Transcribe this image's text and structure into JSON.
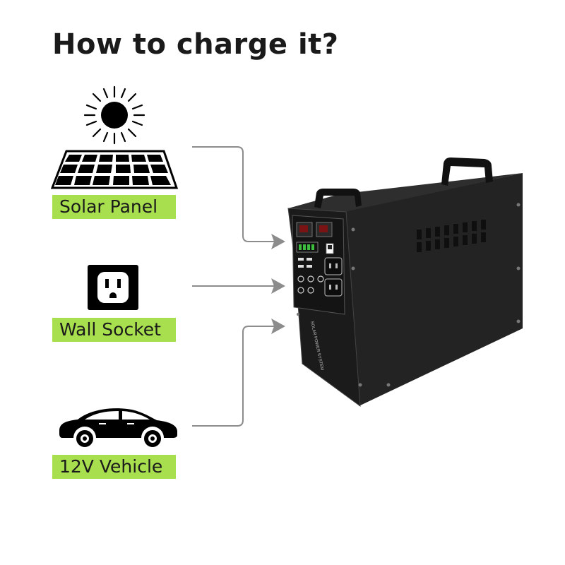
{
  "title": "How to charge it?",
  "sources": [
    {
      "label": "Solar Panel",
      "icon": "solar-panel-icon"
    },
    {
      "label": "Wall Socket",
      "icon": "wall-socket-icon"
    },
    {
      "label": "12V Vehicle",
      "icon": "car-icon"
    }
  ],
  "device": {
    "side_text": "SOLAR POWER SYSTEM"
  },
  "colors": {
    "label_bg": "#a8df4e",
    "connector": "#8c8c8c",
    "device_body": "#202020"
  }
}
